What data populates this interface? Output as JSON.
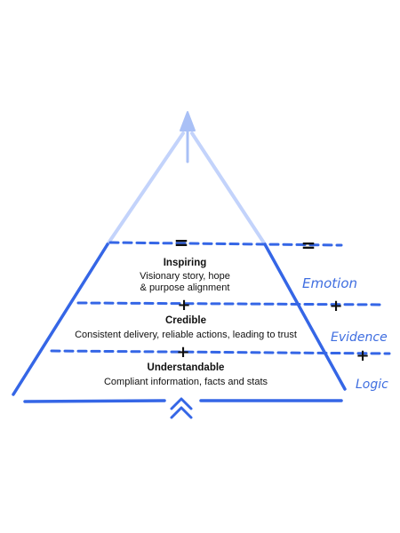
{
  "colors": {
    "line_blue": "#3566e6",
    "light_blue": "#c3d3fb",
    "arrow_blue": "#a9c0f6",
    "text": "#111111"
  },
  "layers": [
    {
      "title": "Inspiring",
      "lines": [
        "Visionary story, hope",
        "& purpose alignment"
      ]
    },
    {
      "title": "Credible",
      "lines": [
        "Consistent delivery, reliable actions, leading to trust"
      ]
    },
    {
      "title": "Understandable",
      "lines": [
        "Compliant information, facts and stats"
      ]
    }
  ],
  "side_labels": [
    "Emotion",
    "Evidence",
    "Logic"
  ],
  "symbols": {
    "equals": "=",
    "plus": "+"
  }
}
